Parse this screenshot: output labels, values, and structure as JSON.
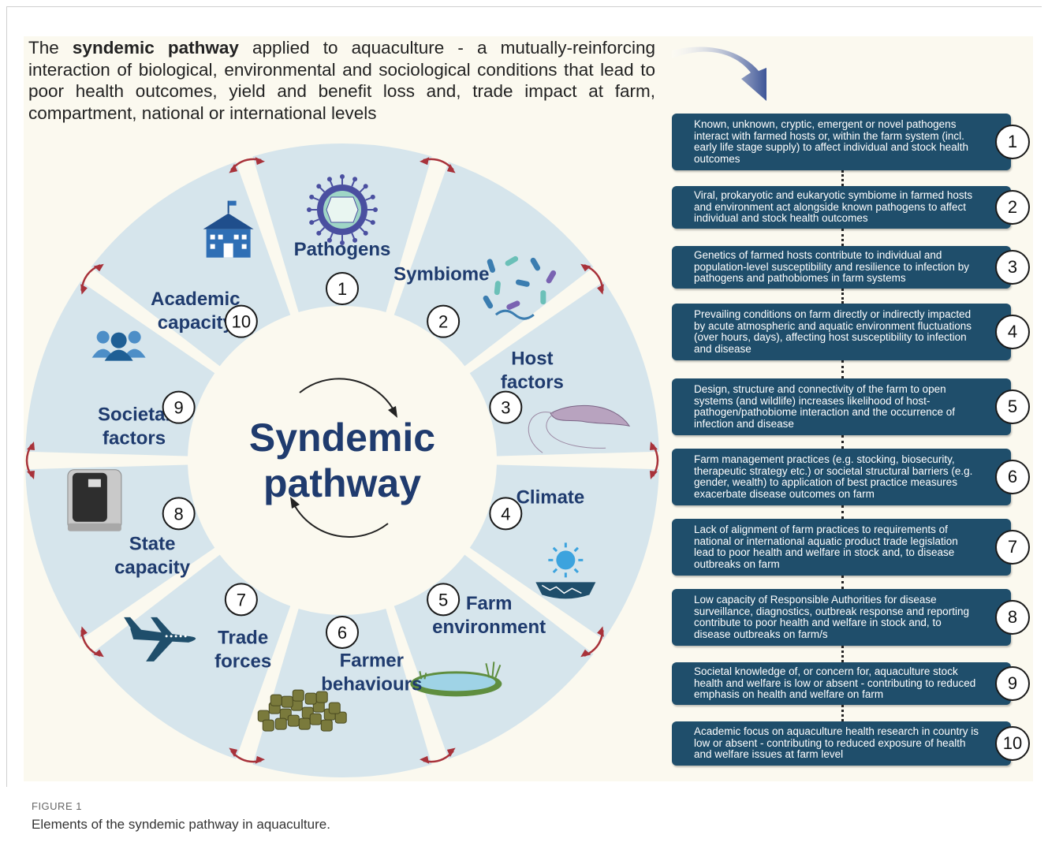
{
  "intro": {
    "prefix": "The ",
    "bold": "syndemic pathway",
    "rest": " applied to aquaculture - a mutually-reinforcing interaction of biological, environmental and sociological conditions that lead to poor health outcomes, yield and benefit loss and, trade impact at farm, compartment, national or international levels"
  },
  "center": {
    "line1": "Syndemic",
    "line2": "pathway"
  },
  "segments": [
    {
      "num": "1",
      "line1": "Pathogens",
      "line2": "",
      "icon": "virus-icon"
    },
    {
      "num": "2",
      "line1": "Symbiome",
      "line2": "",
      "icon": "bacteria-icon"
    },
    {
      "num": "3",
      "line1": "Host",
      "line2": "factors",
      "icon": "shrimp-icon"
    },
    {
      "num": "4",
      "line1": "Climate",
      "line2": "",
      "icon": "sun-drought-icon"
    },
    {
      "num": "5",
      "line1": "Farm",
      "line2": "environment",
      "icon": "pond-icon"
    },
    {
      "num": "6",
      "line1": "Farmer",
      "line2": "behaviours",
      "icon": "feed-pellets-icon"
    },
    {
      "num": "7",
      "line1": "Trade",
      "line2": "forces",
      "icon": "airplane-icon"
    },
    {
      "num": "8",
      "line1": "State",
      "line2": "capacity",
      "icon": "lab-instrument-icon"
    },
    {
      "num": "9",
      "line1": "Societal",
      "line2": "factors",
      "icon": "people-icon"
    },
    {
      "num": "10",
      "line1": "Academic",
      "line2": "capacity",
      "icon": "school-building-icon"
    }
  ],
  "steps": [
    {
      "num": "1",
      "text": "Known, unknown, cryptic, emergent or novel pathogens interact with farmed hosts or, within the farm system (incl. early life stage supply) to affect individual and stock health outcomes"
    },
    {
      "num": "2",
      "text": "Viral, prokaryotic and eukaryotic symbiome in farmed hosts and environment act alongside known pathogens to affect individual and stock health outcomes"
    },
    {
      "num": "3",
      "text": "Genetics of farmed hosts contribute to individual and population-level susceptibility and resilience to infection by pathogens and pathobiomes in farm systems"
    },
    {
      "num": "4",
      "text": "Prevailing conditions on farm directly or indirectly impacted by acute atmospheric and aquatic environment fluctuations (over hours, days), affecting host susceptibility to infection and disease"
    },
    {
      "num": "5",
      "text": "Design, structure and connectivity of the farm to open systems (and wildlife) increases likelihood of host-pathogen/pathobiome interaction and the occurrence of infection and disease"
    },
    {
      "num": "6",
      "text": "Farm management practices (e.g. stocking, biosecurity, therapeutic strategy etc.) or societal structural barriers (e.g. gender, wealth) to application of best practice measures exacerbate disease outcomes on farm"
    },
    {
      "num": "7",
      "text": "Lack of alignment of farm practices to requirements of national or international aquatic product trade legislation lead to poor health and welfare in stock and, to disease outbreaks on farm"
    },
    {
      "num": "8",
      "text": "Low capacity of Responsible Authorities for disease surveillance, diagnostics, outbreak response and reporting contribute to poor health and welfare in stock and, to disease outbreaks on farm/s"
    },
    {
      "num": "9",
      "text": "Societal knowledge of, or concern for, aquaculture stock health and welfare is low or absent - contributing to reduced emphasis on health and welfare on farm"
    },
    {
      "num": "10",
      "text": "Academic focus on aquaculture health research in country is low or absent - contributing to reduced exposure of health and welfare issues at farm level"
    }
  ],
  "caption": {
    "label": "FIGURE 1",
    "text": "Elements of the syndemic pathway in aquaculture."
  },
  "colors": {
    "wheel": "#d6e5ec",
    "dark_blue": "#1f3b6e",
    "box": "#1f4e6b",
    "arrow_red": "#a8323a",
    "background": "#fbf9ef"
  }
}
